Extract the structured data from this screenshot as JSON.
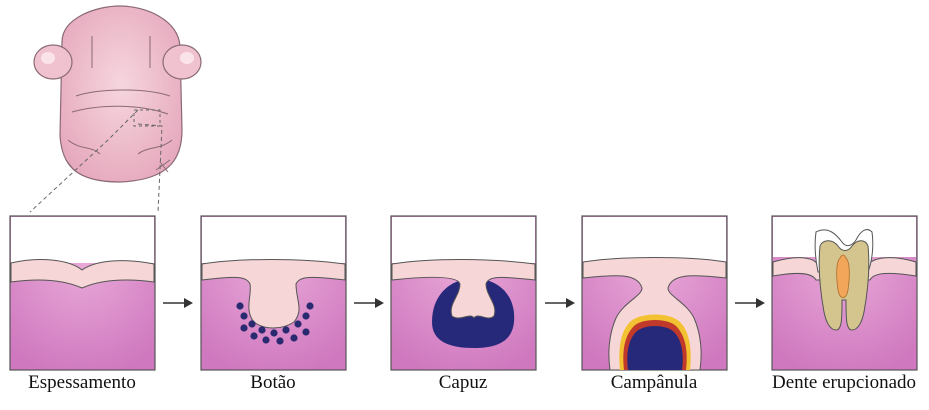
{
  "diagram": {
    "stages": [
      {
        "label": "Espessamento"
      },
      {
        "label": "Botão"
      },
      {
        "label": "Capuz"
      },
      {
        "label": "Campânula"
      },
      {
        "label": "Dente erupcionado"
      }
    ]
  },
  "colors": {
    "tissue": "#d98cc6",
    "tissue_shade": "#c774b2",
    "epithelium": "#f6d6d6",
    "mesenchyme": "#26287a",
    "enamel_red": "#c0392b",
    "enamel_yellow": "#f2c232",
    "tooth": "#d4c48e",
    "pulp": "#f2a65a",
    "head": "#f0c4d0",
    "outline": "#555555"
  }
}
